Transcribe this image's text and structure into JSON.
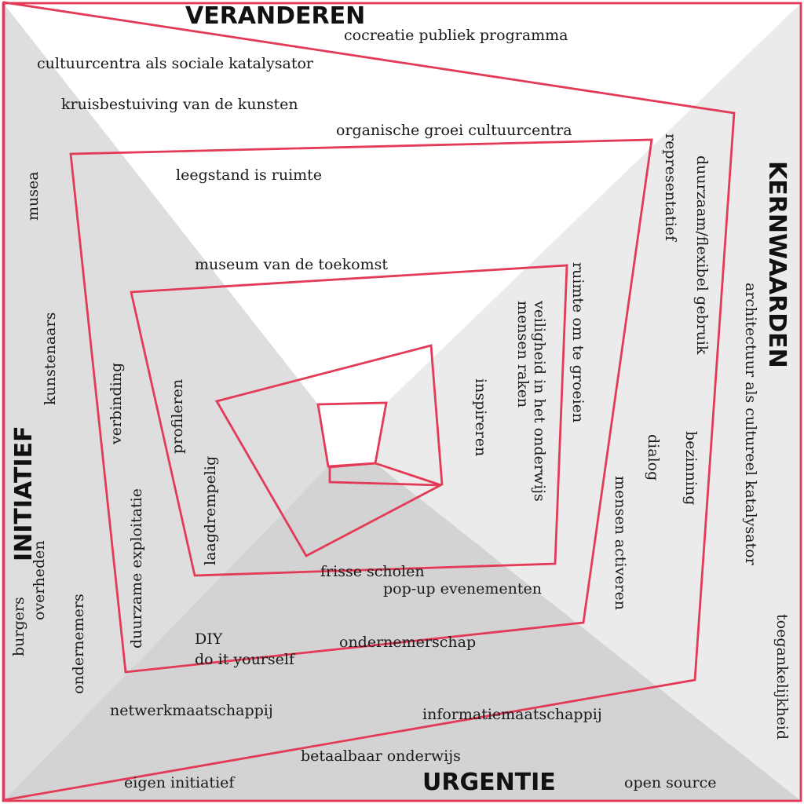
{
  "colors": {
    "frame": "#e23a57",
    "light_face": "#ebebeb",
    "mid_face": "#dedede",
    "dark_face": "#d3d3d3",
    "background": "#ffffff",
    "text": "#1a1a1a"
  },
  "sides": {
    "top": {
      "title": "VERANDEREN",
      "terms": [
        "cocreatie publiek programma",
        "cultuurcentra als sociale katalysator",
        "kruisbestuiving van de kunsten",
        "organische groei cultuurcentra",
        "leegstand is ruimte",
        "museum van de toekomst"
      ]
    },
    "right": {
      "title": "KERNWAARDEN",
      "terms": [
        "representatief",
        "duurzaam/flexibel gebruik",
        "architectuur als cultureel katalysator",
        "ruimte om te groeien",
        "veiligheid in het onderwijs",
        "mensen raken",
        "inspireren",
        "bezinning",
        "dialog",
        "mensen activeren",
        "toegankelijkheid"
      ]
    },
    "bottom": {
      "title": "URGENTIE",
      "terms": [
        "frisse scholen",
        "pop-up evenementen",
        "DIY",
        "do it yourself",
        "ondernemerschap",
        "netwerkmaatschappij",
        "informatiemaatschappij",
        "betaalbaar onderwijs",
        "eigen initiatief",
        "open source"
      ]
    },
    "left": {
      "title": "INITIATIEF",
      "terms": [
        "musea",
        "kunstenaars",
        "verbinding",
        "profileren",
        "laagdrempelig",
        "duurzame exploitatie",
        "overheden",
        "burgers",
        "ondernemers"
      ]
    }
  }
}
